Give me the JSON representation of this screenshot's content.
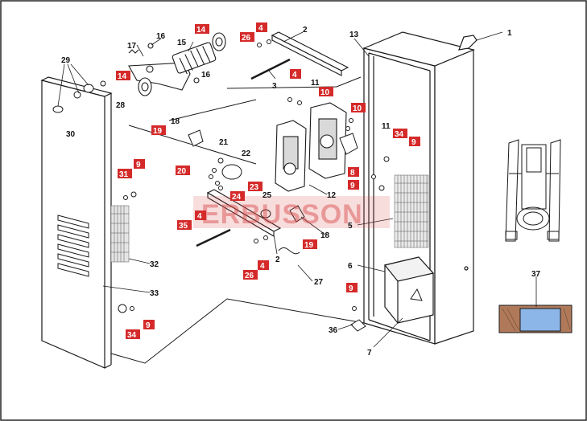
{
  "watermark": "ERBUSSON",
  "colors": {
    "badge": "#d42a2a",
    "line": "#1a1a1a",
    "glass": "#8db6e8",
    "concrete": "#b07a5a"
  },
  "callouts": {
    "c1": "1",
    "c2a": "2",
    "c2b": "2",
    "c3": "3",
    "c4a": "4",
    "c4b": "4",
    "c4c": "4",
    "c4d": "4",
    "c5": "5",
    "c6": "6",
    "c7": "7",
    "c8": "8",
    "c9a": "9",
    "c9b": "9",
    "c9c": "9",
    "c9d": "9",
    "c9e": "9",
    "c10a": "10",
    "c10b": "10",
    "c11a": "11",
    "c11b": "11",
    "c12": "12",
    "c13": "13",
    "c14a": "14",
    "c14b": "14",
    "c15": "15",
    "c16a": "16",
    "c16b": "16",
    "c17": "17",
    "c18a": "18",
    "c18b": "18",
    "c19a": "19",
    "c19b": "19",
    "c20": "20",
    "c21": "21",
    "c22": "22",
    "c23": "23",
    "c24": "24",
    "c25": "25",
    "c26a": "26",
    "c26b": "26",
    "c27": "27",
    "c28": "28",
    "c29": "29",
    "c30": "30",
    "c31": "31",
    "c32": "32",
    "c33": "33",
    "c34a": "34",
    "c34b": "34",
    "c35": "35",
    "c36": "36",
    "c37": "37"
  }
}
